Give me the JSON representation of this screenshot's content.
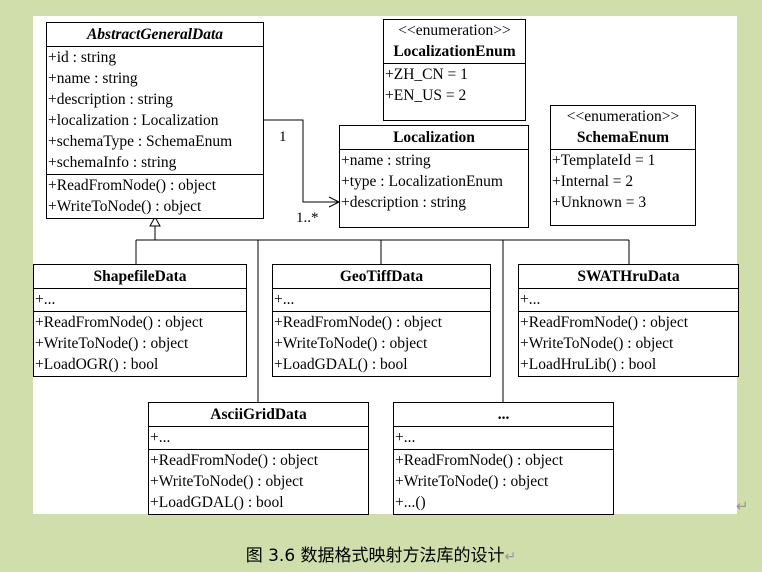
{
  "classes": {
    "abstract": {
      "name": "AbstractGeneralData",
      "attributes": [
        "+id : string",
        "+name : string",
        "+description : string",
        "+localization : Localization",
        "+schemaType : SchemaEnum",
        "+schemaInfo : string"
      ],
      "operations": [
        "+ReadFromNode() : object",
        "+WriteToNode() : object"
      ]
    },
    "locEnum": {
      "stereotype": "<<enumeration>>",
      "name": "LocalizationEnum",
      "literals": [
        "+ZH_CN = 1",
        "+EN_US = 2"
      ]
    },
    "localization": {
      "name": "Localization",
      "attributes": [
        "+name : string",
        "+type : LocalizationEnum",
        "+description : string"
      ]
    },
    "schemaEnum": {
      "stereotype": "<<enumeration>>",
      "name": "SchemaEnum",
      "literals": [
        "+TemplateId = 1",
        "+Internal = 2",
        "+Unknown = 3"
      ]
    },
    "shapefile": {
      "name": "ShapefileData",
      "attributes": [
        "+..."
      ],
      "operations": [
        "+ReadFromNode() : object",
        "+WriteToNode() : object",
        "+LoadOGR() : bool"
      ]
    },
    "geotiff": {
      "name": "GeoTiffData",
      "attributes": [
        "+..."
      ],
      "operations": [
        "+ReadFromNode() : object",
        "+WriteToNode() : object",
        "+LoadGDAL() : bool"
      ]
    },
    "swathru": {
      "name": "SWATHruData",
      "attributes": [
        "+..."
      ],
      "operations": [
        "+ReadFromNode() : object",
        "+WriteToNode() : object",
        "+LoadHruLib() : bool"
      ]
    },
    "asciigrid": {
      "name": "AsciiGridData",
      "attributes": [
        "+..."
      ],
      "operations": [
        "+ReadFromNode() : object",
        "+WriteToNode() : object",
        "+LoadGDAL() : bool"
      ]
    },
    "other": {
      "name": "...",
      "attributes": [
        "+..."
      ],
      "operations": [
        "+ReadFromNode() : object",
        "+WriteToNode() : object",
        "+...()"
      ]
    }
  },
  "association": {
    "source_multiplicity": "1",
    "target_multiplicity": "1..*"
  },
  "caption": "图 3.6  数据格式映射方法库的设计",
  "paragraph_mark": "↵",
  "colors": {
    "background": "#cfdeab",
    "canvas": "#ffffff",
    "line": "#000000"
  }
}
